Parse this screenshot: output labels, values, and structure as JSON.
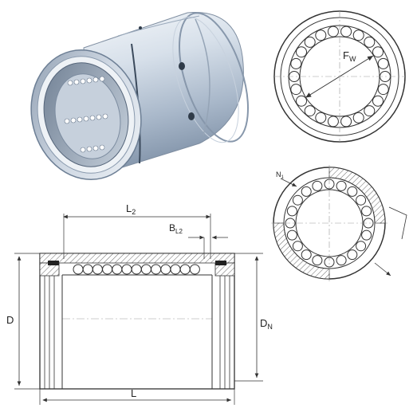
{
  "labels": {
    "fw": "F",
    "fw_sub": "W",
    "l2": "L",
    "l2_sub": "2",
    "bl2": "B",
    "bl2_sub": "L2",
    "d": "D",
    "dn": "D",
    "dn_sub": "N",
    "l": "L",
    "n1": "N",
    "n1_sub": "1"
  },
  "colors": {
    "line": "#333333",
    "metal_light": "#e9eef4",
    "metal_mid": "#b9c6d6",
    "metal_dark": "#6d7f95",
    "hatch": "#555555"
  }
}
